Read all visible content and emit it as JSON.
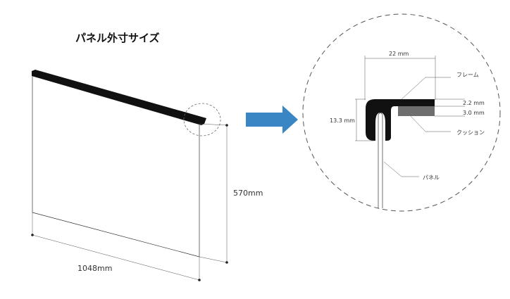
{
  "title": "パネル外寸サイズ",
  "panel": {
    "height_label": "570mm",
    "width_label": "1048mm"
  },
  "detail": {
    "frame_width_label": "22 mm",
    "total_thickness_label": "13.3 mm",
    "frame_top_label": "2.2 mm",
    "cushion_label_mm": "3.0 mm",
    "frame_part_label": "フレーム",
    "cushion_part_label": "クッション",
    "panel_part_label": "パネル"
  },
  "colors": {
    "frame": "#111111",
    "cushion": "#6e6e6e",
    "arrow": "#3a86c4",
    "circle": "#555555"
  }
}
